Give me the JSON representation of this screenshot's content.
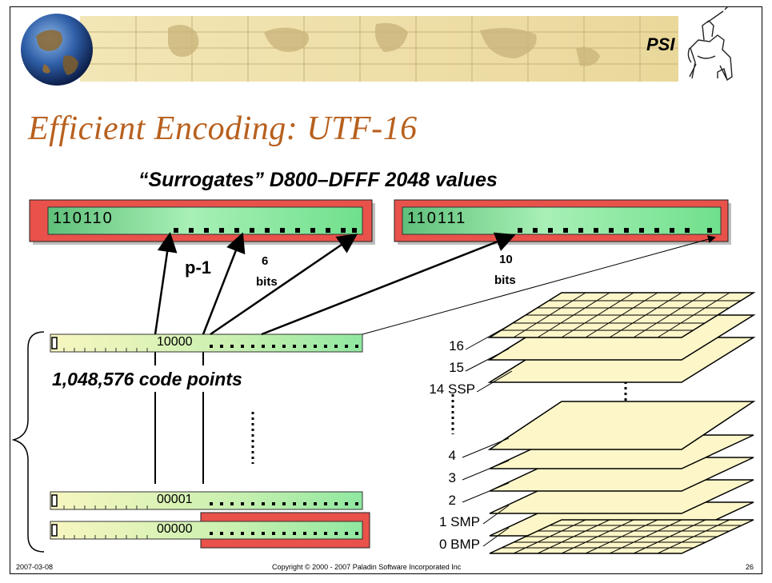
{
  "header": {
    "logo_text": "PSI"
  },
  "title": "Efficient Encoding: UTF-16",
  "subtitle": "“Surrogates” D800–DFFF  2048 values",
  "high_surrogate": {
    "bits": "110110"
  },
  "low_surrogate": {
    "bits": "110111"
  },
  "labels": {
    "p1": "p-1",
    "six": "6",
    "six_bits": "bits",
    "ten": "10",
    "ten_bits": "bits",
    "code_points": "1,048,576 code points"
  },
  "rows": [
    {
      "prefix": "10000"
    },
    {
      "prefix": "00001"
    },
    {
      "prefix": "00000"
    }
  ],
  "planes": {
    "top": [
      "16",
      "15",
      "14 SSP"
    ],
    "bottom": [
      "4",
      "3",
      "2",
      "1 SMP",
      "0 BMP"
    ]
  },
  "footer": {
    "date": "2007-03-08",
    "copyright": "Copyright © 2000 - 2007 Paladin Software Incorporated Inc",
    "page": "26"
  },
  "colors": {
    "title": "#b8601e",
    "surrogate_border": "#e8524a",
    "bar_green": "#7fe89a",
    "plane_fill": "#fdf6c8"
  }
}
